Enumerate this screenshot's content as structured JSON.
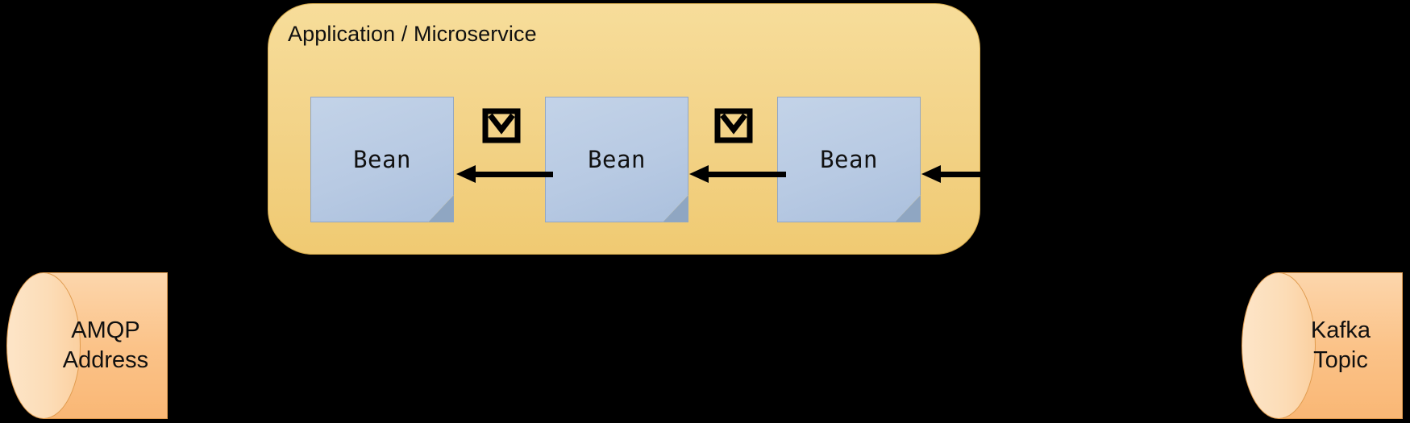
{
  "diagram": {
    "title": "Application / Microservice",
    "background_color": "#000000"
  },
  "container": {
    "label": "Application / Microservice",
    "fill_color": "#f3d48a",
    "border_color": "#d9ad4d"
  },
  "beans": [
    {
      "label": "Bean",
      "fill_color": "#b8cae3"
    },
    {
      "label": "Bean",
      "fill_color": "#b8cae3"
    },
    {
      "label": "Bean",
      "fill_color": "#b8cae3"
    }
  ],
  "icons": [
    {
      "name": "envelope-icon",
      "color": "#000000"
    },
    {
      "name": "envelope-icon",
      "color": "#000000"
    }
  ],
  "arrows": [
    {
      "name": "arrow-out-to-amqp",
      "direction": "left"
    },
    {
      "name": "arrow-bean2-to-bean1",
      "direction": "left"
    },
    {
      "name": "arrow-bean3-to-bean2",
      "direction": "left"
    },
    {
      "name": "arrow-kafka-to-bean3",
      "direction": "left"
    }
  ],
  "endpoints": {
    "left": {
      "line1": "AMQP",
      "line2": "Address",
      "fill_color": "#fbc389"
    },
    "right": {
      "line1": "Kafka",
      "line2": "Topic",
      "fill_color": "#fbc389"
    }
  }
}
